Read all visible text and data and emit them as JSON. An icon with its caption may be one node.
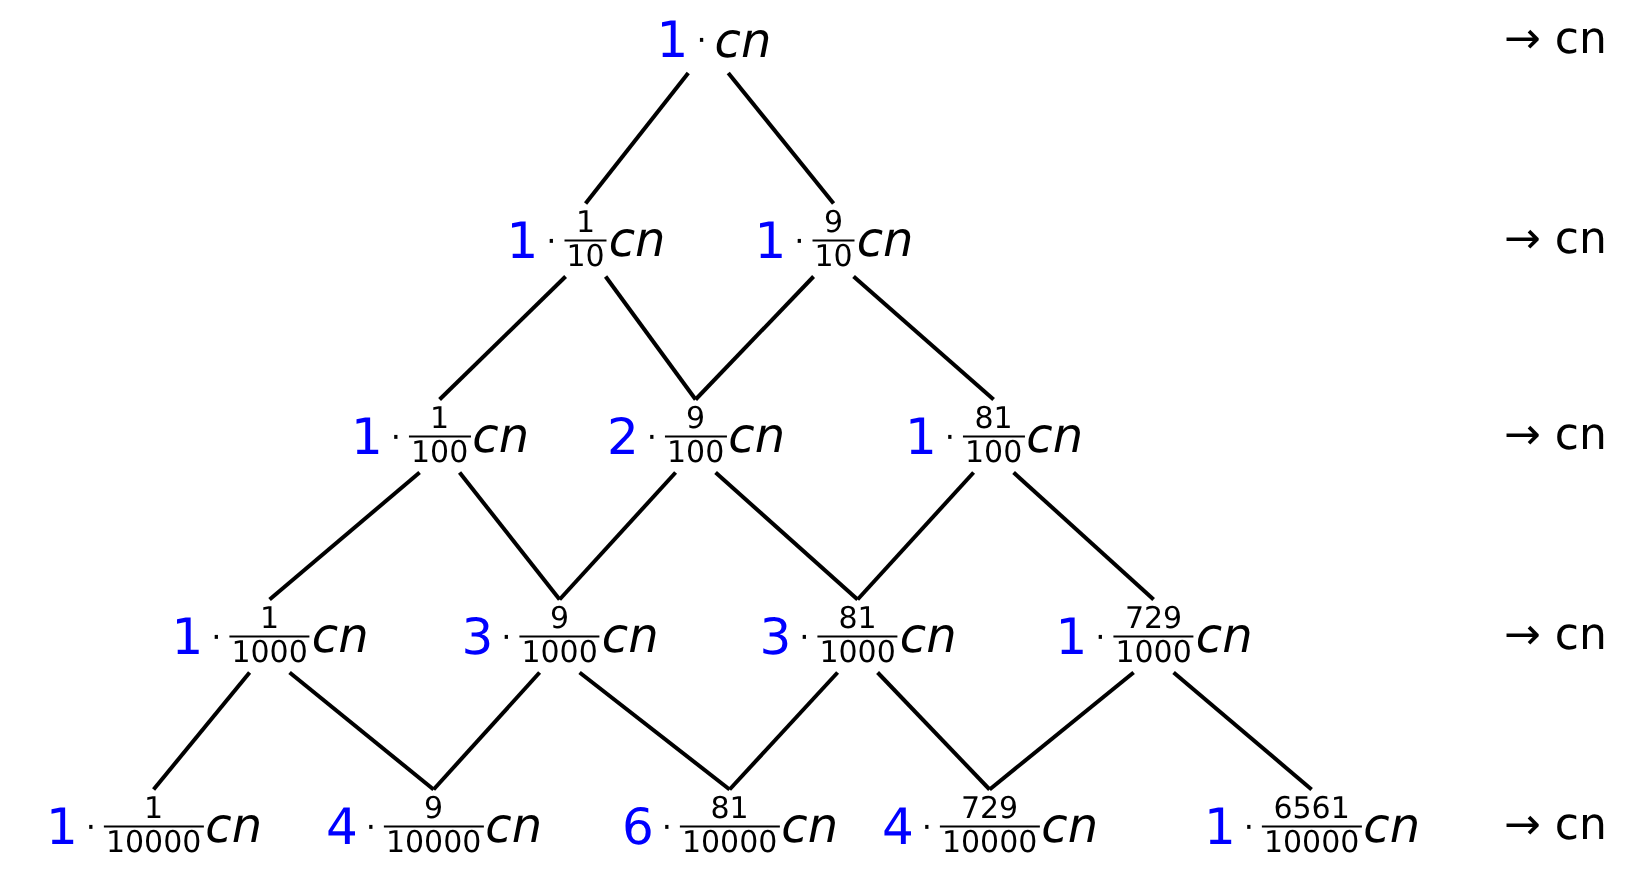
{
  "diagram": {
    "nodes": [
      {
        "text": [
          "1",
          "·",
          "cn"
        ]
      },
      {
        "text": [
          "1",
          "·",
          "1",
          "10",
          "cn"
        ]
      },
      {
        "text": [
          "1",
          "·",
          "9",
          "10",
          "cn"
        ]
      },
      {
        "text": [
          "1",
          "·",
          "1",
          "100",
          "cn"
        ]
      },
      {
        "text": [
          "2",
          "·",
          "9",
          "100",
          "cn"
        ]
      },
      {
        "text": [
          "1",
          "·",
          "81",
          "100",
          "cn"
        ]
      },
      {
        "text": [
          "1",
          "·",
          "1",
          "1000",
          "cn"
        ]
      },
      {
        "text": [
          "3",
          "·",
          "9",
          "1000",
          "cn"
        ]
      },
      {
        "text": [
          "3",
          "·",
          "81",
          "1000",
          "cn"
        ]
      },
      {
        "text": [
          "1",
          "·",
          "729",
          "1000",
          "cn"
        ]
      },
      {
        "text": [
          "1",
          "·",
          "1",
          "10000",
          "cn"
        ]
      },
      {
        "text": [
          "4",
          "·",
          "9",
          "10000",
          "cn"
        ]
      },
      {
        "text": [
          "6",
          "·",
          "81",
          "10000",
          "cn"
        ]
      },
      {
        "text": [
          "4",
          "·",
          "729",
          "10000",
          "cn"
        ]
      },
      {
        "text": [
          "1",
          "·",
          "6561",
          "10000",
          "cn"
        ]
      }
    ],
    "edges": [
      {
        "from": 0,
        "to": 1,
        "arrow": "none"
      },
      {
        "from": 0,
        "to": 2,
        "arrow": "none"
      },
      {
        "from": 1,
        "to": 3,
        "arrow": "none"
      },
      {
        "from": 1,
        "to": 4,
        "arrow": "none"
      },
      {
        "from": 2,
        "to": 4,
        "arrow": "none"
      },
      {
        "from": 2,
        "to": 5,
        "arrow": "none"
      },
      {
        "from": 3,
        "to": 6,
        "arrow": "none"
      },
      {
        "from": 3,
        "to": 7,
        "arrow": "none"
      },
      {
        "from": 4,
        "to": 7,
        "arrow": "none"
      },
      {
        "from": 4,
        "to": 8,
        "arrow": "none"
      },
      {
        "from": 5,
        "to": 8,
        "arrow": "none"
      },
      {
        "from": 5,
        "to": 9,
        "arrow": "none"
      },
      {
        "from": 6,
        "to": 10,
        "arrow": "none"
      },
      {
        "from": 6,
        "to": 11,
        "arrow": "none"
      },
      {
        "from": 7,
        "to": 11,
        "arrow": "none"
      },
      {
        "from": 7,
        "to": 12,
        "arrow": "none"
      },
      {
        "from": 8,
        "to": 12,
        "arrow": "none"
      },
      {
        "from": 8,
        "to": 13,
        "arrow": "none"
      },
      {
        "from": 9,
        "to": 13,
        "arrow": "none"
      },
      {
        "from": 9,
        "to": 14,
        "arrow": "none"
      }
    ],
    "labels": [
      "→ cn",
      "→ cn",
      "→ cn",
      "→ cn",
      "→ cn"
    ]
  }
}
